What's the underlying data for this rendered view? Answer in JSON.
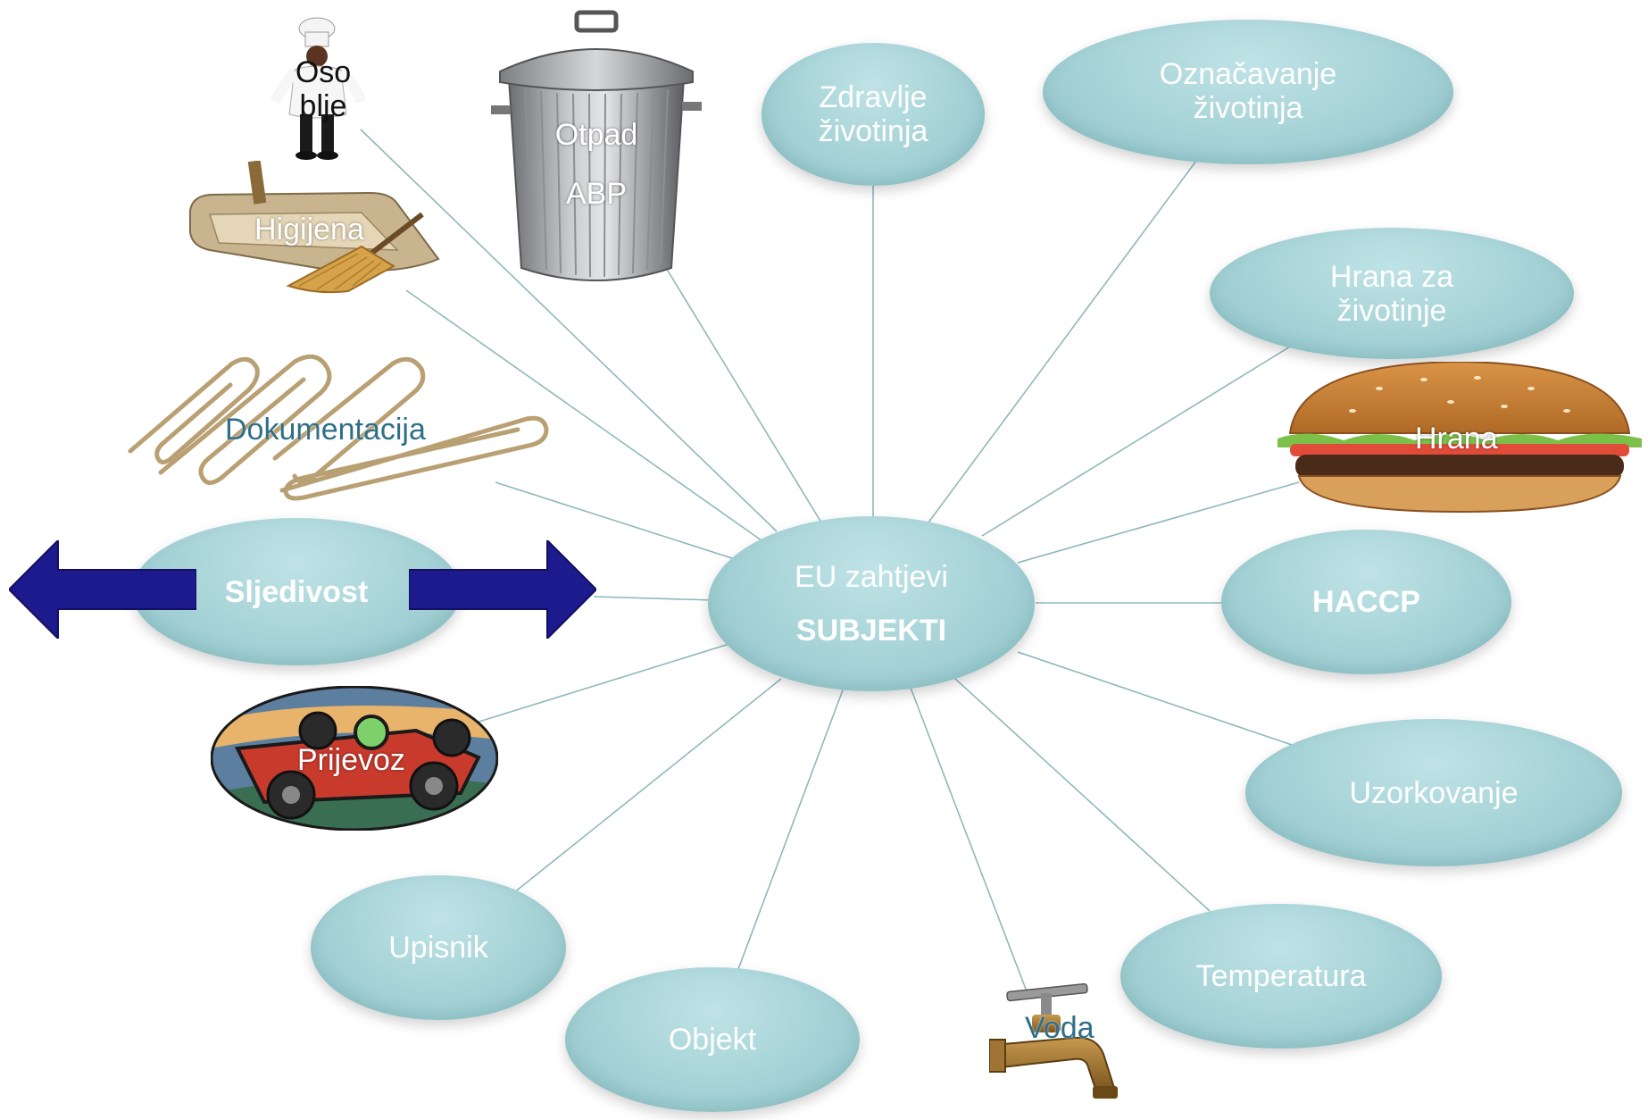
{
  "center": {
    "line1": "EU zahtjevi",
    "line2": "SUBJEKTI"
  },
  "nodes": {
    "zdravlje": {
      "line1": "Zdravlje",
      "line2": "životinja"
    },
    "oznacavanje": {
      "line1": "Označavanje",
      "line2": "životinja"
    },
    "hrana_za": {
      "line1": "Hrana za",
      "line2": "životinje"
    },
    "haccp": "HACCP",
    "uzorkovanje": "Uzorkovanje",
    "temperatura": "Temperatura",
    "objekt": "Objekt",
    "upisnik": "Upisnik",
    "sljedivost": "Sljedivost"
  },
  "pictures": {
    "osoblje": {
      "line1": "Oso",
      "line2": "blje",
      "icon": "chef-icon"
    },
    "otpad": {
      "line1": "Otpad",
      "line2": "ABP",
      "icon": "trash-can-icon"
    },
    "higijena": {
      "label": "Higijena",
      "icon": "broom-dustpan-icon"
    },
    "dokumentacija": {
      "label": "Dokumentacija",
      "icon": "paperclip-icon"
    },
    "hrana": {
      "label": "Hrana",
      "icon": "burger-icon"
    },
    "prijevoz": {
      "label": "Prijevoz",
      "icon": "race-car-icon"
    },
    "voda": {
      "label": "Voda",
      "icon": "water-tap-icon"
    }
  },
  "colors": {
    "bubble": "#a5d2d6",
    "line": "#8fb8bc",
    "arrow": "#1c1a8c"
  }
}
